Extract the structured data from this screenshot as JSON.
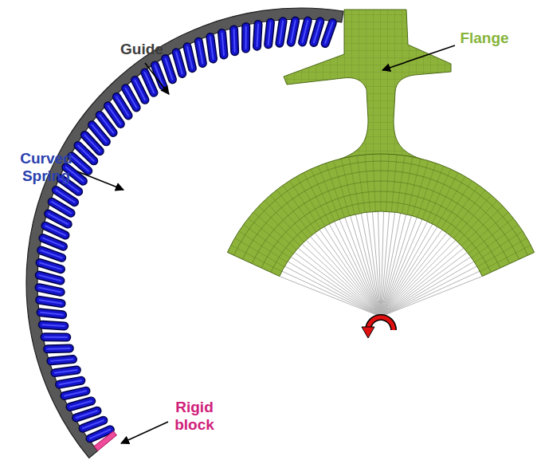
{
  "diagram": {
    "labels": [
      "Guide",
      "Curved Spring",
      "Flange",
      "Rigid block"
    ]
  }
}
